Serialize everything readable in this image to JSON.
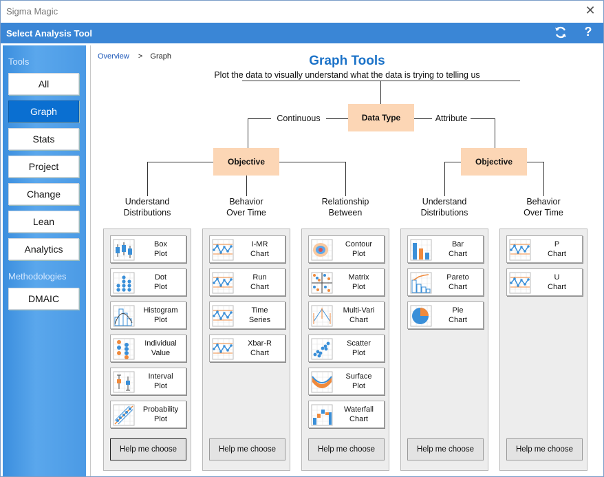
{
  "window": {
    "title": "Sigma Magic",
    "close_label": "✕"
  },
  "header": {
    "title": "Select Analysis Tool",
    "refresh_glyph": "⟳",
    "help_glyph": "?"
  },
  "sidebar": {
    "tools_label": "Tools",
    "items": [
      {
        "label": "All",
        "active": false
      },
      {
        "label": "Graph",
        "active": true
      },
      {
        "label": "Stats",
        "active": false
      },
      {
        "label": "Project",
        "active": false
      },
      {
        "label": "Change",
        "active": false
      },
      {
        "label": "Lean",
        "active": false
      },
      {
        "label": "Analytics",
        "active": false
      }
    ],
    "methodologies_label": "Methodologies",
    "methodologies": [
      {
        "label": "DMAIC"
      }
    ]
  },
  "breadcrumb": {
    "link": "Overview",
    "separator": ">",
    "current": "Graph"
  },
  "page": {
    "title": "Graph Tools",
    "subtitle": "Plot the data to visually understand what the data is trying to telling us"
  },
  "tree": {
    "root": "Data Type",
    "continuous": "Continuous",
    "attribute": "Attribute",
    "objective": "Objective",
    "cont_groups": [
      {
        "l1": "Understand",
        "l2": "Distributions"
      },
      {
        "l1": "Behavior",
        "l2": "Over Time"
      },
      {
        "l1": "Relationship",
        "l2": "Between"
      }
    ],
    "attr_groups": [
      {
        "l1": "Understand",
        "l2": "Distributions"
      },
      {
        "l1": "Behavior",
        "l2": "Over Time"
      }
    ]
  },
  "columns": [
    {
      "tools": [
        {
          "l1": "Box",
          "l2": "Plot",
          "icon": "box-plot-icon"
        },
        {
          "l1": "Dot",
          "l2": "Plot",
          "icon": "dot-plot-icon"
        },
        {
          "l1": "Histogram",
          "l2": "Plot",
          "icon": "histogram-icon"
        },
        {
          "l1": "Individual",
          "l2": "Value",
          "icon": "individual-value-icon"
        },
        {
          "l1": "Interval",
          "l2": "Plot",
          "icon": "interval-plot-icon"
        },
        {
          "l1": "Probability",
          "l2": "Plot",
          "icon": "probability-plot-icon"
        }
      ],
      "help": "Help me choose"
    },
    {
      "tools": [
        {
          "l1": "I-MR",
          "l2": "Chart",
          "icon": "imr-chart-icon"
        },
        {
          "l1": "Run",
          "l2": "Chart",
          "icon": "run-chart-icon"
        },
        {
          "l1": "Time",
          "l2": "Series",
          "icon": "time-series-icon"
        },
        {
          "l1": "Xbar-R",
          "l2": "Chart",
          "icon": "xbar-r-chart-icon"
        }
      ],
      "help": "Help me choose"
    },
    {
      "tools": [
        {
          "l1": "Contour",
          "l2": "Plot",
          "icon": "contour-plot-icon"
        },
        {
          "l1": "Matrix",
          "l2": "Plot",
          "icon": "matrix-plot-icon"
        },
        {
          "l1": "Multi-Vari",
          "l2": "Chart",
          "icon": "multi-vari-icon"
        },
        {
          "l1": "Scatter",
          "l2": "Plot",
          "icon": "scatter-plot-icon"
        },
        {
          "l1": "Surface",
          "l2": "Plot",
          "icon": "surface-plot-icon"
        },
        {
          "l1": "Waterfall",
          "l2": "Chart",
          "icon": "waterfall-chart-icon"
        }
      ],
      "help": "Help me choose"
    },
    {
      "tools": [
        {
          "l1": "Bar",
          "l2": "Chart",
          "icon": "bar-chart-icon"
        },
        {
          "l1": "Pareto",
          "l2": "Chart",
          "icon": "pareto-chart-icon"
        },
        {
          "l1": "Pie",
          "l2": "Chart",
          "icon": "pie-chart-icon"
        }
      ],
      "help": "Help me choose"
    },
    {
      "tools": [
        {
          "l1": "P",
          "l2": "Chart",
          "icon": "p-chart-icon"
        },
        {
          "l1": "U",
          "l2": "Chart",
          "icon": "u-chart-icon"
        }
      ],
      "help": "Help me choose"
    }
  ],
  "colors": {
    "accent": "#3a86d6",
    "active": "#0a6fd1",
    "objective": "#fcd6b5",
    "title": "#1b72c8"
  }
}
